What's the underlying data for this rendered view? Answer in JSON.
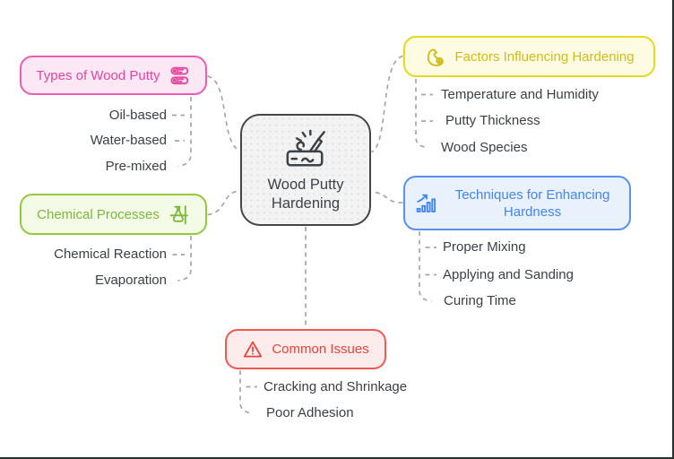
{
  "frame": {
    "background": "#ffffff",
    "border_color": "#27302a"
  },
  "connector_color": "#a6a6a6",
  "item_text_color": "#3c4043",
  "center": {
    "label": "Wood Putty Hardening",
    "icon": "putty-knife-icon",
    "colors": {
      "border": "#454545",
      "bg": "#f3f3f4",
      "text": "#3e4347"
    }
  },
  "branches": [
    {
      "label": "Types of Wood Putty",
      "icon": "wood-logs-icon",
      "side": "left",
      "colors": {
        "border": "#ee5bb0",
        "bg": "#fce7f5",
        "text": "#e4459e"
      },
      "items": [
        "Oil-based",
        "Water-based",
        "Pre-mixed"
      ]
    },
    {
      "label": "Factors Influencing Hardening",
      "icon": "muscle-arm-icon",
      "side": "right",
      "colors": {
        "border": "#e7d820",
        "bg": "#fdfbe1",
        "text": "#d2bc17"
      },
      "items": [
        "Temperature and Humidity",
        "Putty Thickness",
        "Wood Species"
      ]
    },
    {
      "label": "Chemical Processes",
      "icon": "chemistry-burner-icon",
      "side": "left",
      "colors": {
        "border": "#96c83f",
        "bg": "#f3fae5",
        "text": "#7eb73f"
      },
      "items": [
        "Chemical Reaction",
        "Evaporation"
      ]
    },
    {
      "label": "Techniques for Enhancing Hardness",
      "icon": "rising-bar-chart-icon",
      "side": "right",
      "colors": {
        "border": "#5b8ff2",
        "bg": "#e9f1fd",
        "text": "#4285f4"
      },
      "items": [
        "Proper Mixing",
        "Applying and Sanding",
        "Curing Time"
      ]
    },
    {
      "label": "Common Issues",
      "icon": "warning-triangle-icon",
      "side": "bottom",
      "colors": {
        "border": "#f0594f",
        "bg": "#fdeceb",
        "text": "#e5443a"
      },
      "items": [
        "Cracking and Shrinkage",
        "Poor Adhesion"
      ]
    }
  ]
}
